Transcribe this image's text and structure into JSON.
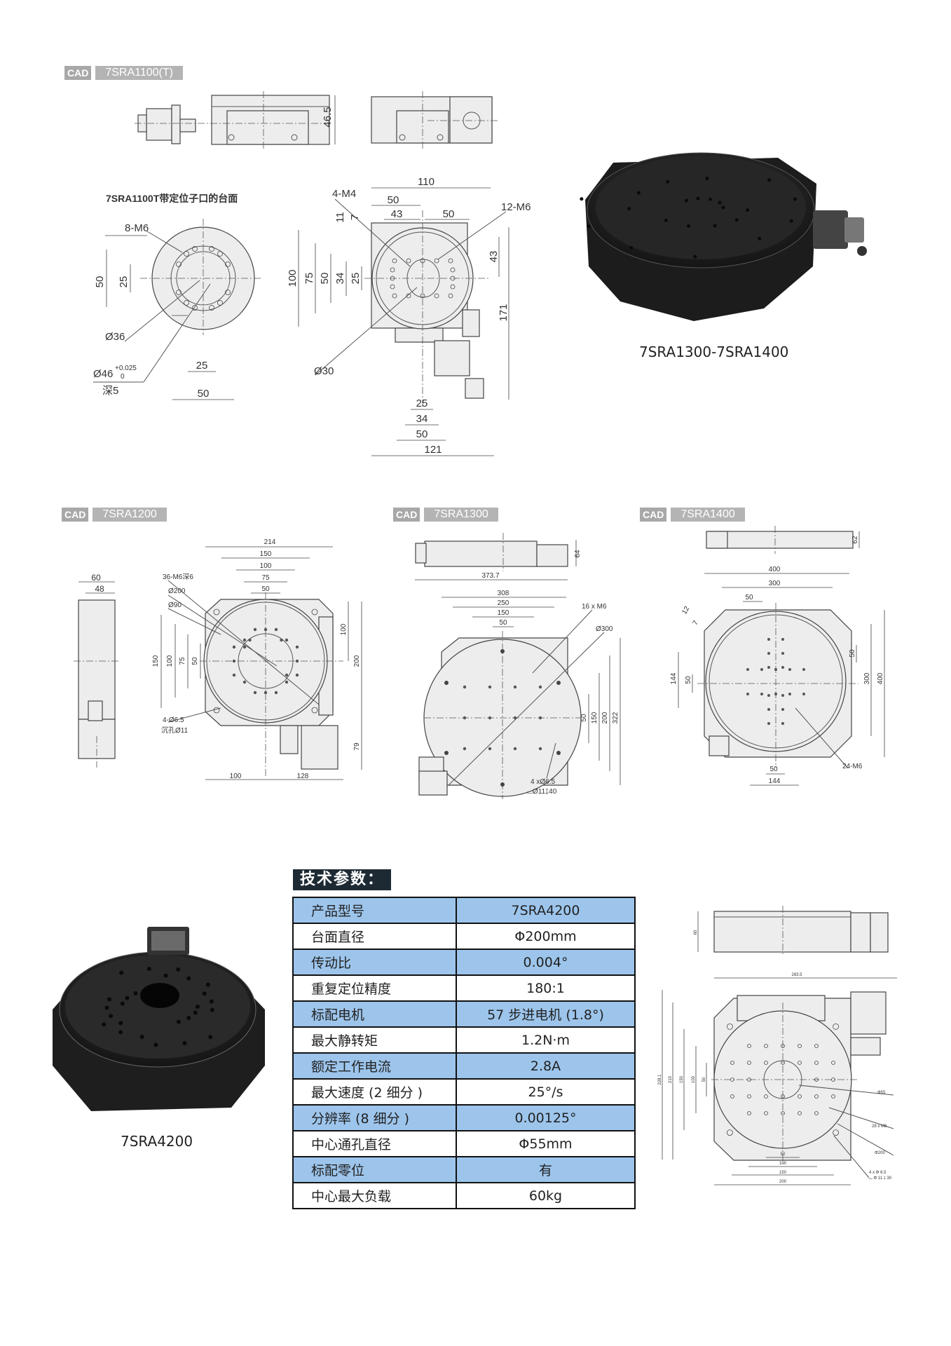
{
  "sections": {
    "s1100": {
      "cad": "CAD",
      "model": "7SRA1100(T)"
    },
    "s1200": {
      "cad": "CAD",
      "model": "7SRA1200"
    },
    "s1300": {
      "cad": "CAD",
      "model": "7SRA1300"
    },
    "s1400": {
      "cad": "CAD",
      "model": "7SRA1400"
    }
  },
  "d1100": {
    "subtitle": "7SRA1100T带定位子口的台面",
    "height": "46.5",
    "left": {
      "holes": "8-M6",
      "d50": "50",
      "d25": "25",
      "dia36": "Ø36",
      "dia46": "Ø46",
      "tol_up": "+0.025",
      "tol_low": "0",
      "depth": "深5",
      "w25": "25",
      "w50": "50"
    },
    "right": {
      "w110": "110",
      "m4": "4-M4",
      "w50a": "50",
      "w43": "43",
      "w50b": "50",
      "m6": "12-M6",
      "h11": "11",
      "h7": "7",
      "h100": "100",
      "h75": "75",
      "h50": "50",
      "h34": "34",
      "h25": "25",
      "r43": "43",
      "r171": "171",
      "dia30": "Ø30",
      "b25": "25",
      "b34": "34",
      "b50": "50",
      "b121": "121"
    }
  },
  "photo1300_caption": "7SRA1300-7SRA1400",
  "d1200": {
    "w60": "60",
    "w48": "48",
    "w214": "214",
    "w150": "150",
    "w100": "100",
    "w75": "75",
    "w50": "50",
    "holes": "36-M6深6",
    "dia200": "Ø200",
    "dia90": "Ø90",
    "h150": "150",
    "h100": "100",
    "h75": "75",
    "h50": "50",
    "r100": "100",
    "r200": "200",
    "mount": "4-Ø6.5",
    "counter": "沉孔Ø11",
    "r79": "79",
    "b100": "100",
    "b128": "128"
  },
  "d1300": {
    "h64": "64",
    "len": "373.7",
    "w308": "308",
    "w250": "250",
    "w150": "150",
    "w50": "50",
    "holes": "16 x M6",
    "dia300": "Ø300",
    "r50": "50",
    "r150": "150",
    "r200": "200",
    "r322": "322",
    "mount": "4 xØ6.5",
    "counter": "⌴Ø11↧40"
  },
  "d1400": {
    "h62": "62",
    "w400": "400",
    "w300": "300",
    "w50": "50",
    "s12": "12",
    "s7": "7",
    "l144": "144",
    "l50": "50",
    "r50": "50",
    "r300": "300",
    "r400": "400",
    "holes": "24-M6",
    "b50": "50",
    "b144": "144"
  },
  "spec": {
    "heading": "技术参数：",
    "rows": [
      {
        "k": "产品型号",
        "v": "7SRA4200"
      },
      {
        "k": "台面直径",
        "v": "Φ200mm"
      },
      {
        "k": "传动比",
        "v": "0.004°"
      },
      {
        "k": "重复定位精度",
        "v": "180:1"
      },
      {
        "k": "标配电机",
        "v": "57 步进电机 (1.8°)"
      },
      {
        "k": "最大静转矩",
        "v": "1.2N·m"
      },
      {
        "k": "额定工作电流",
        "v": "2.8A"
      },
      {
        "k": "最大速度 (2 细分 )",
        "v": "25°/s"
      },
      {
        "k": "分辨率 (8 细分 )",
        "v": "0.00125°"
      },
      {
        "k": "中心通孔直径",
        "v": "Φ55mm"
      },
      {
        "k": "标配零位",
        "v": "有"
      },
      {
        "k": "中心最大负载",
        "v": "60kg"
      }
    ]
  },
  "photo4200_caption": "7SRA4200",
  "d4200": {
    "h60": "60",
    "w283": "283.5",
    "h228": "228.1",
    "h210": "210",
    "h150": "150",
    "h100": "100",
    "h50": "50",
    "dia55": "Φ55",
    "holes": "28 x M6",
    "dia200": "Φ200",
    "mount": "4 x Φ 6.5",
    "counter": "⌴ Φ 11 ↧ 30",
    "b50": "50",
    "b100": "100",
    "b150": "150",
    "b200": "200"
  },
  "colors": {
    "table_blue": "#9dc5ec",
    "badge_gray": "#b4b4b4",
    "heading_bg": "#1e2a33"
  }
}
